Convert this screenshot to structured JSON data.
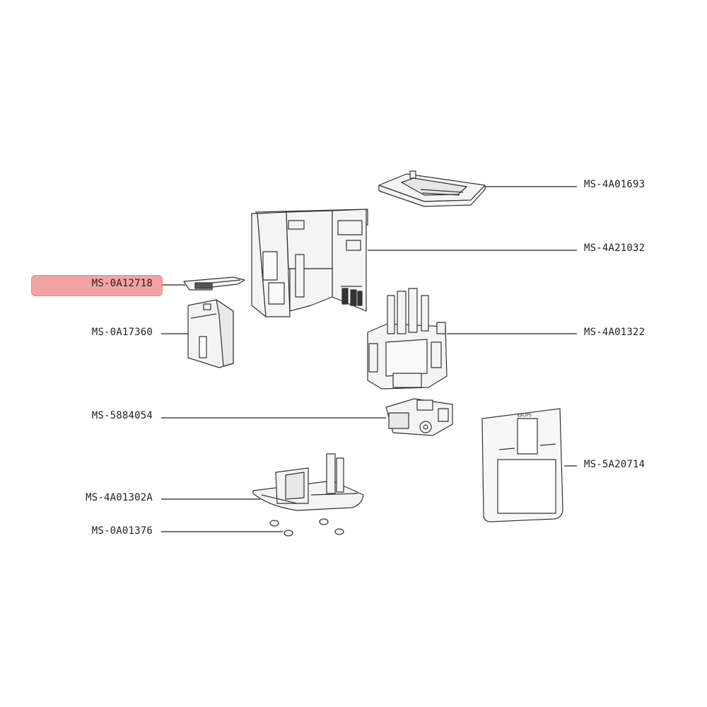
{
  "parts": {
    "top_cover": "MS-4A01693",
    "housing": "MS-4A21032",
    "clip": "MS-0A12718",
    "tank_holder": "MS-0A17360",
    "brew_unit_frame": "MS-4A01322",
    "valve_block": "MS-5884054",
    "front_panel": "MS-5A20714",
    "base": "MS-4A01302A",
    "feet": "MS-0A01376"
  },
  "brand_logo": "KRUPS",
  "colors": {
    "highlight": "#f3a3a6",
    "line": "#222222",
    "part_fill": "#f4f4f4",
    "part_stroke": "#333333"
  },
  "highlighted_part": "clip"
}
